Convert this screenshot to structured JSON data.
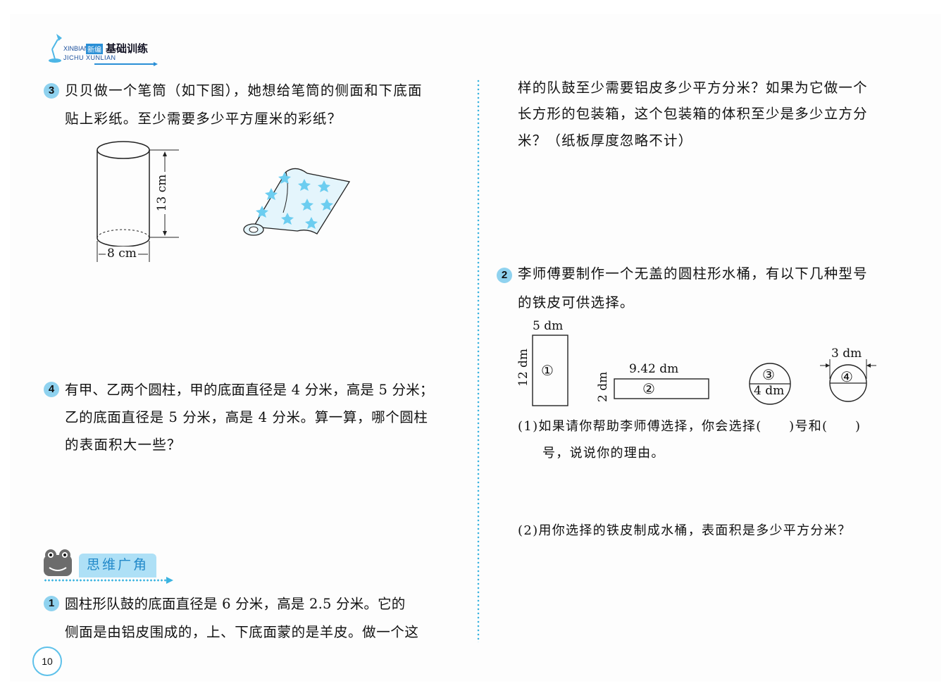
{
  "header": {
    "logo_line1": "XINBIAN",
    "logo_badge": "新编",
    "logo_main": "基础训练",
    "logo_line2": "JICHU XUNLIAN"
  },
  "left": {
    "q3": {
      "number": "3",
      "lines": [
        "贝贝做一个笔筒（如下图），她想给笔筒的侧面和下底面",
        "贴上彩纸。至少需要多少平方厘米的彩纸？"
      ],
      "height_label": "13 cm",
      "diameter_label": "8 cm"
    },
    "q4": {
      "number": "4",
      "lines": [
        "有甲、乙两个圆柱，甲的底面直径是 4 分米，高是 5 分米；",
        "乙的底面直径是 5 分米，高是 4 分米。算一算，哪个圆柱",
        "的表面积大一些？"
      ]
    },
    "section_title": "思维广角",
    "s1": {
      "number": "1",
      "lines": [
        "圆柱形队鼓的底面直径是 6 分米，高是 2.5 分米。它的",
        "侧面是由铝皮围成的，上、下底面蒙的是羊皮。做一个这"
      ]
    },
    "page_number": "10"
  },
  "right": {
    "s1_cont": [
      "样的队鼓至少需要铝皮多少平方分米？如果为它做一个",
      "长方形的包装箱，这个包装箱的体积至少是多少立方分",
      "米？（纸板厚度忽略不计）"
    ],
    "q2": {
      "number": "2",
      "lines": [
        "李师傅要制作一个无盖的圆柱形水桶，有以下几种型号",
        "的铁皮可供选择。"
      ],
      "shape1_width": "5 dm",
      "shape1_height": "12 dm",
      "shape1_id": "①",
      "shape2_width": "9.42 dm",
      "shape2_height": "2 dm",
      "shape2_id": "②",
      "shape3_id": "③",
      "shape3_label": "4 dm",
      "shape4_label": "3 dm",
      "shape4_id": "④",
      "sub1_line1": "(1)如果请你帮助李师傅选择，你会选择(　　)号和(　　)",
      "sub1_line2": "号，说说你的理由。",
      "sub2": "(2)用你选择的铁皮制成水桶，表面积是多少平方分米？"
    }
  }
}
